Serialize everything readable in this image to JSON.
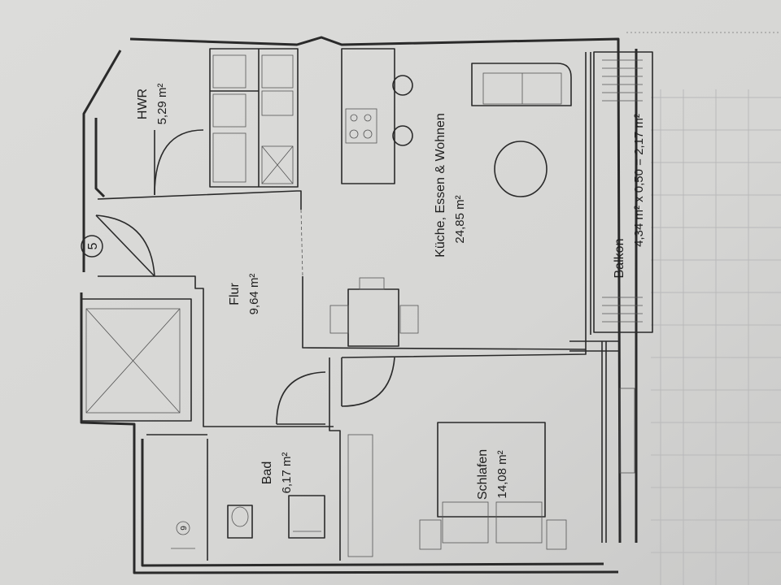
{
  "plan": {
    "unit_number": "5",
    "rooms": [
      {
        "key": "hwr",
        "name": "HWR",
        "area": "5,29 m²"
      },
      {
        "key": "flur",
        "name": "Flur",
        "area": "9,64 m²"
      },
      {
        "key": "kueche",
        "name": "Küche, Essen & Wohnen",
        "area": "24,85 m²"
      },
      {
        "key": "balkon",
        "name": "Balkon",
        "area": "4,34 m² x 0,50 = 2,17 m²"
      },
      {
        "key": "bad",
        "name": "Bad",
        "area": "6,17 m²"
      },
      {
        "key": "schlafen",
        "name": "Schlafen",
        "area": "14,08 m²"
      }
    ],
    "bath_symbol_label": "9"
  }
}
